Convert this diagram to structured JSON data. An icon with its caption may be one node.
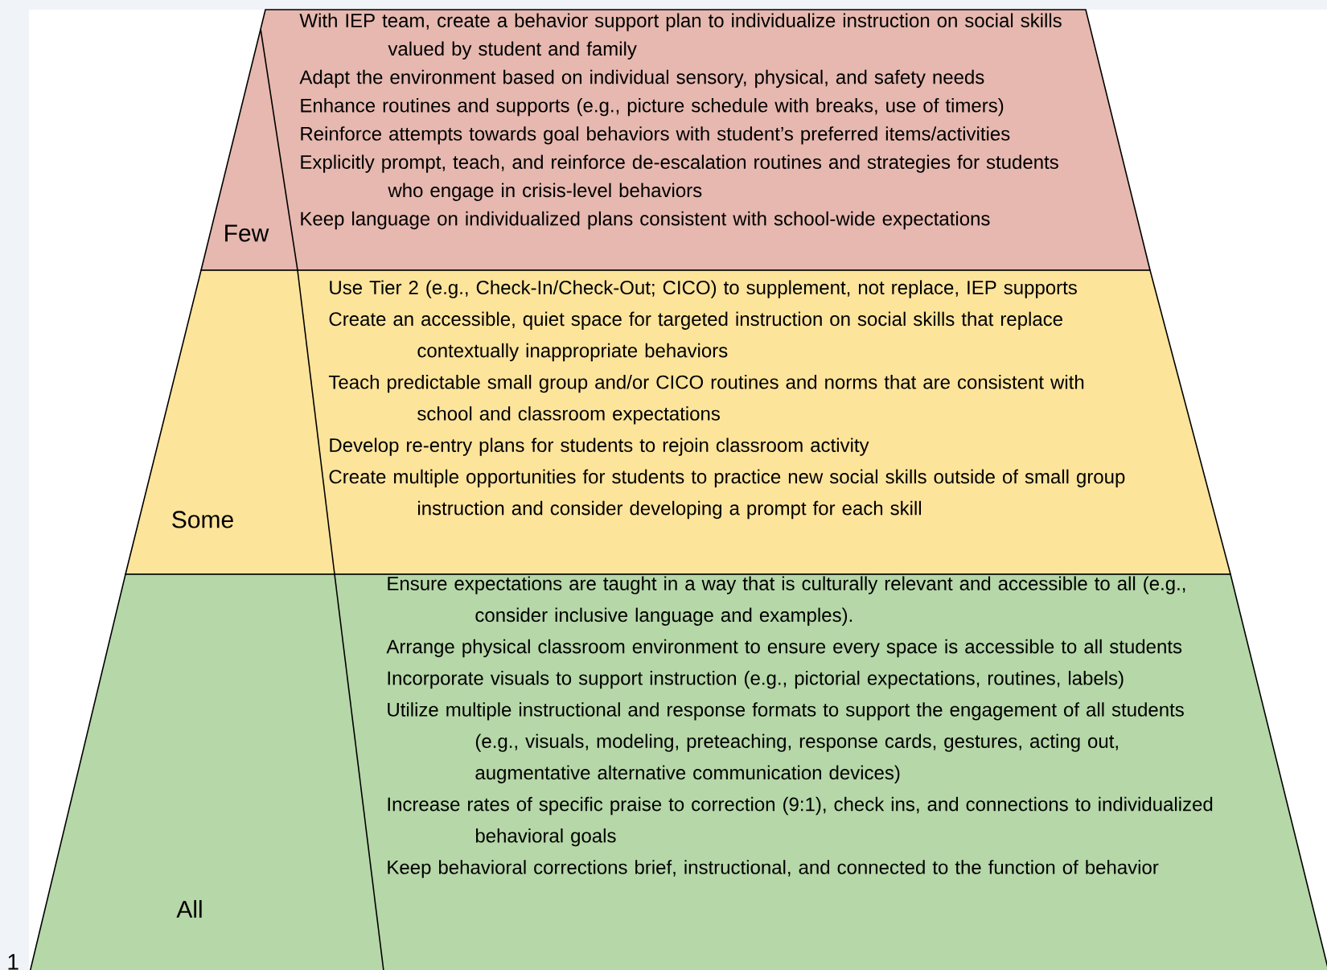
{
  "diagram": {
    "nodes": [
      {
        "text": [
          "Few",
          "With IEP team, create a behavior support plan to individualize instruction on social skills valued by student and family",
          "Adapt the environment based on individual sensory, physical, and safety needs",
          "Enhance routines and supports (e.g., picture schedule with breaks, use of timers)",
          "Reinforce attempts towards goal behaviors with student’s preferred items/activities",
          "Explicitly prompt, teach, and reinforce de-escalation routines and strategies for students who engage in crisis-level behaviors",
          "Keep language on individualized plans consistent with school-wide expectations"
        ]
      },
      {
        "text": [
          "Some",
          "Use Tier 2 (e.g., Check-In/Check-Out; CICO) to supplement, not replace, IEP supports",
          "Create an accessible, quiet space for targeted instruction on social skills that replace contextually inappropriate behaviors",
          "Teach predictable small group and/or CICO routines and norms that are consistent with school and classroom expectations",
          "Develop re-entry plans for students to rejoin classroom activity",
          "Create multiple opportunities for students to practice new social skills outside of small group instruction and consider developing a prompt for each skill"
        ]
      },
      {
        "text": [
          "All",
          "Ensure expectations are taught in a way that is culturally relevant and accessible to all (e.g., consider inclusive language and examples).",
          "Arrange physical classroom environment to ensure every space is accessible to all students",
          "Incorporate visuals to support instruction (e.g., pictorial expectations, routines, labels)",
          "Utilize multiple instructional and response formats to support the engagement of all students (e.g., visuals, modeling, preteaching, response cards, gestures, acting out, augmentative alternative communication devices)",
          "Increase rates of specific praise to correction (9:1), check ins, and connections to individualized behavioral goals",
          "Keep behavioral corrections brief, instructional, and connected to the function of behavior"
        ]
      }
    ],
    "labels": [
      "1"
    ]
  }
}
